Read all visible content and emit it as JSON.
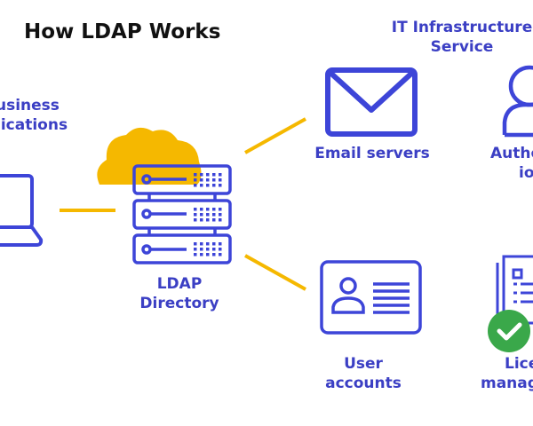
{
  "title": "How LDAP Works",
  "colors": {
    "primary": "#3d45d8",
    "accent": "#f5b800",
    "check": "#3aa84a",
    "title": "#111111"
  },
  "labels": {
    "business_line1": "usiness",
    "business_line2": "lications",
    "it_line1": "IT Infrastructure",
    "it_line2": "Service",
    "email": "Email servers",
    "auth_line1": "Autho",
    "auth_line2": "io",
    "ldap_line1": "LDAP",
    "ldap_line2": "Directory",
    "user_line1": "User",
    "user_line2": "accounts",
    "license_line1": "Lice",
    "license_line2": "manag"
  },
  "icons": [
    "laptop-icon",
    "cloud-icon",
    "server-icon",
    "envelope-icon",
    "user-icon",
    "id-card-icon",
    "document-icon",
    "checkmark-icon"
  ]
}
